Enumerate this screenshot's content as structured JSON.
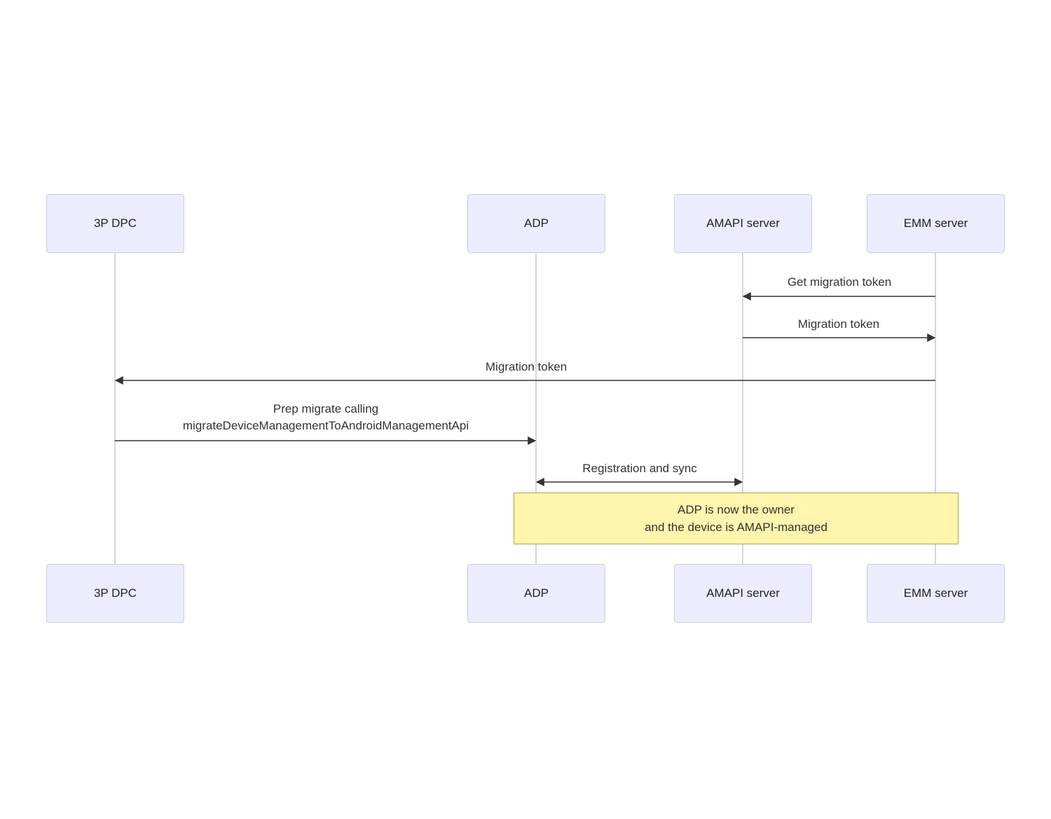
{
  "diagram": {
    "actors": [
      {
        "label": "3P DPC"
      },
      {
        "label": "ADP"
      },
      {
        "label": "AMAPI server"
      },
      {
        "label": "EMM server"
      }
    ],
    "messages": [
      {
        "label": "Get migration token"
      },
      {
        "label": "Migration token"
      },
      {
        "label": "Migration token"
      },
      {
        "line1": "Prep migrate calling",
        "line2": "migrateDeviceManagementToAndroidManagementApi"
      },
      {
        "label": "Registration and sync"
      }
    ],
    "note": {
      "line1": "ADP is now the owner",
      "line2": "and the device is AMAPI-managed"
    },
    "colors": {
      "actor_fill": "#ECECFF",
      "actor_border": "#ccccdd",
      "lifeline": "#d6d3ee",
      "note_fill": "#FFF5AD",
      "note_border": "#AAAA33",
      "arrow": "#333333"
    }
  }
}
